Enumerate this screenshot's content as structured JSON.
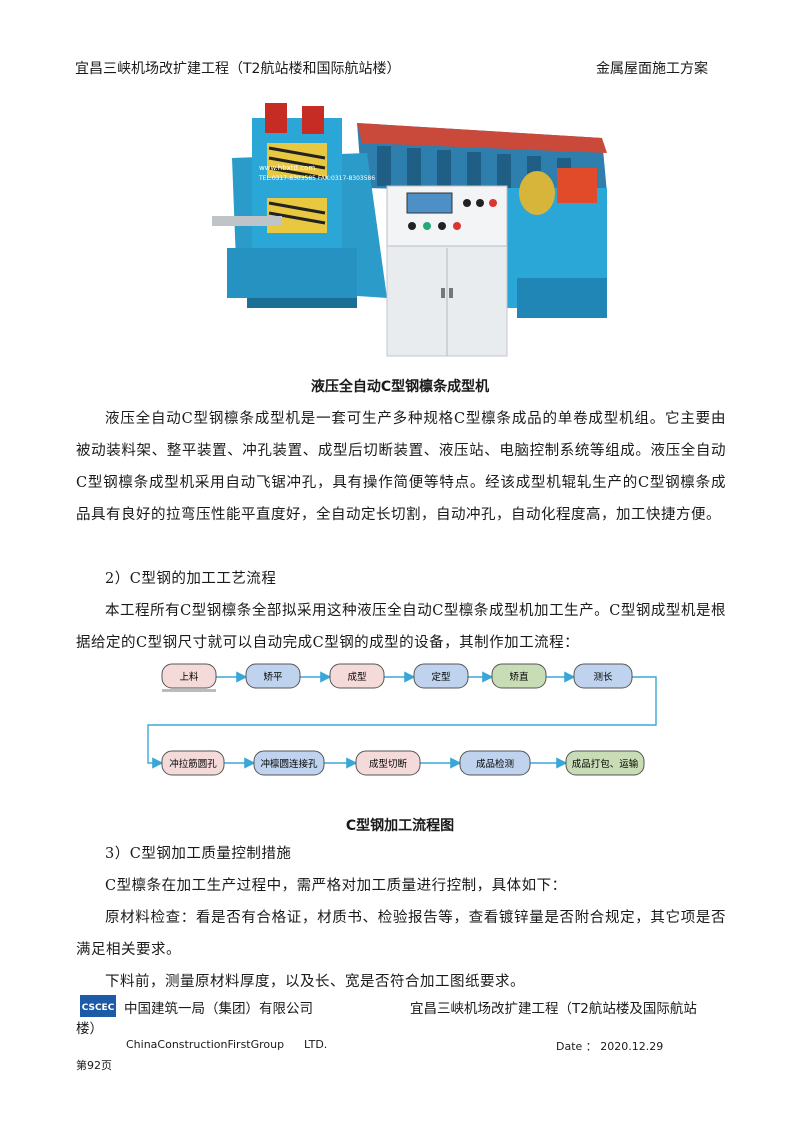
{
  "header": {
    "left": "宜昌三峡机场改扩建工程（T2航站楼和国际航站楼）",
    "right": "金属屋面施工方案"
  },
  "figure1": {
    "caption": "液压全自动C型钢檩条成型机",
    "overlay_text": [
      "www.hbxtd.com",
      "TEL:0317-8303585 FAX:0317-8303586"
    ]
  },
  "paragraphs": {
    "p1": "液压全自动C型钢檩条成型机是一套可生产多种规格C型檩条成品的单卷成型机组。它主要由被动装料架、整平装置、冲孔装置、成型后切断装置、液压站、电脑控制系统等组成。液压全自动C型钢檩条成型机采用自动飞锯冲孔，具有操作简便等特点。经该成型机辊轧生产的C型钢檩条成品具有良好的拉弯压性能平直度好，全自动定长切割，自动冲孔，自动化程度高，加工快捷方便。",
    "h2": "2）C型钢的加工工艺流程",
    "p2": "本工程所有C型钢檩条全部拟采用这种液压全自动C型檩条成型机加工生产。C型钢成型机是根据给定的C型钢尺寸就可以自动完成C型钢的成型的设备，其制作加工流程：",
    "h3": "3）C型钢加工质量控制措施",
    "p3": "C型檩条在加工生产过程中，需严格对加工质量进行控制，具体如下：",
    "p4": "原材料检查：看是否有合格证，材质书、检验报告等，查看镀锌量是否附合规定，其它项是否满足相关要求。",
    "p5": "下料前，测量原材料厚度，以及长、宽是否符合加工图纸要求。"
  },
  "flowchart": {
    "row1": [
      "上料",
      "矫平",
      "成型",
      "定型",
      "矫直",
      "测长"
    ],
    "row2": [
      "冲拉筋圆孔",
      "冲檩圆连接孔",
      "成型切断",
      "成品检测",
      "成品打包、运输"
    ],
    "caption": "C型钢加工流程图",
    "colors": {
      "pink": "#f5dada",
      "blue": "#bfd2ee",
      "green": "#c8dcb6",
      "arrow": "#3aa7d8"
    }
  },
  "footer": {
    "company_cn": "中国建筑一局（集团）有限公司",
    "project": "宜昌三峡机场改扩建工程（T2航站楼及国际航站",
    "project_wrap": "楼）",
    "company_en": "ChinaConstructionFirstGroup",
    "ltd": "LTD.",
    "date": "Date ： 2020.12.29",
    "page": "第92页",
    "logo_text": "CSCEC"
  }
}
